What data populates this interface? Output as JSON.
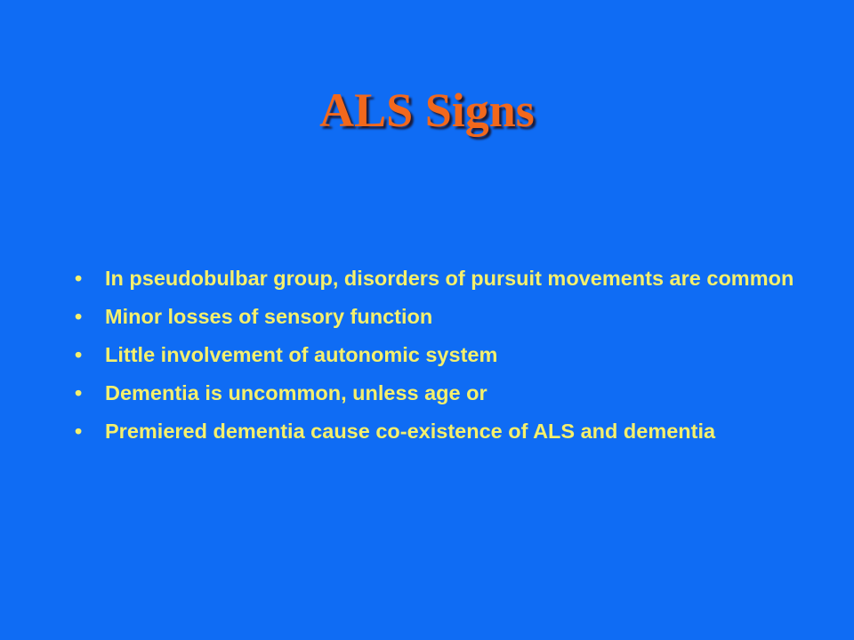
{
  "slide": {
    "title": "ALS Signs",
    "bullet_glyph": "•",
    "bullets": [
      "In pseudobulbar group, disorders of pursuit movements are common",
      "Minor losses of sensory function",
      "Little involvement of autonomic system",
      "Dementia is uncommon, unless age or",
      "Premiered dementia cause co-existence of ALS and dementia"
    ]
  },
  "colors": {
    "background": "#0f6cf4",
    "title": "#f2681c",
    "bullet_text": "#f5f06c"
  }
}
